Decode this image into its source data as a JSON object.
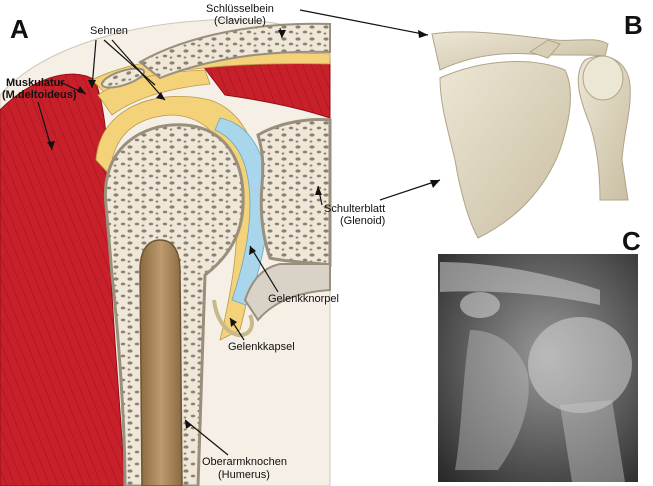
{
  "panels": {
    "a": "A",
    "b": "B",
    "c": "C"
  },
  "labels": {
    "sehnen": "Sehnen",
    "muskulatur_1": "Muskulatur",
    "muskulatur_2": "(M.deltoideus)",
    "schluesselbein_1": "Schlüsselbein",
    "schluesselbein_2": "(Clavicule)",
    "schulterblatt_1": "Schulterblatt",
    "schulterblatt_2": "(Glenoid)",
    "gelenkknorpel": "Gelenkknorpel",
    "gelenkkapsel": "Gelenkkapsel",
    "oberarm_1": "Oberarmknochen",
    "oberarm_2": "(Humerus)"
  },
  "colors": {
    "muscle": "#c8202a",
    "bone_outer": "#d9d3c7",
    "spongy": "#efe7d8",
    "cartilage": "#a9d6ea",
    "tendon_yellow": "#f3d27a",
    "marrow": "#a7845a",
    "model_bone": "#e0d8c2",
    "xray_bg": "#1a1a1a"
  }
}
